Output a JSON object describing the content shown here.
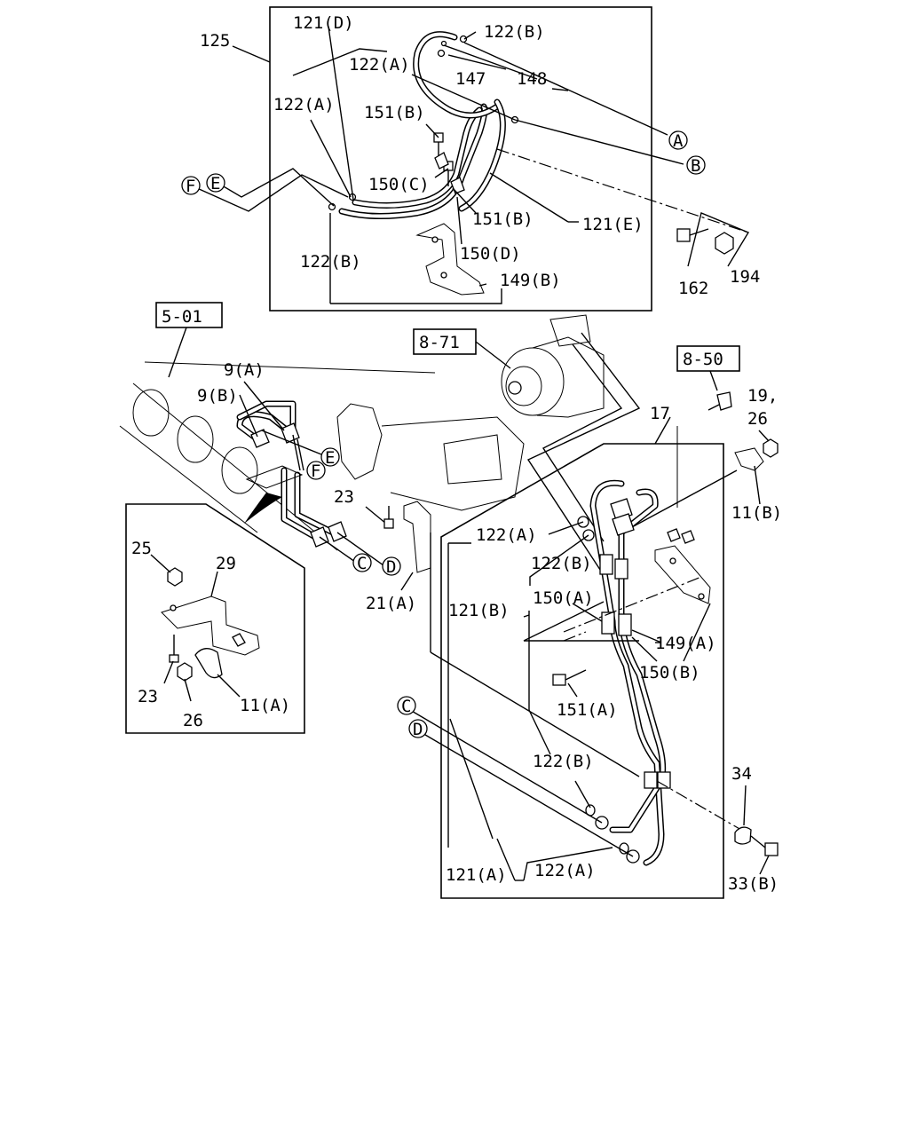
{
  "callouts": {
    "c125": "125",
    "c121D": "121(D)",
    "c122B_top": "122(B)",
    "c122A_top1": "122(A)",
    "c122A_top2": "122(A)",
    "c147": "147",
    "c148": "148",
    "c151B_1": "151(B)",
    "c150C": "150(C)",
    "c151B_2": "151(B)",
    "c121E": "121(E)",
    "c150D": "150(D)",
    "c122B_left": "122(B)",
    "c149B": "149(B)",
    "c162": "162",
    "c194": "194",
    "c9A": "9(A)",
    "c9B": "9(B)",
    "c23_mid": "23",
    "c21A": "21(A)",
    "c17": "17",
    "c19": "19,",
    "c26_right": "26",
    "c11B": "11(B)",
    "c122A_mid": "122(A)",
    "c122B_mid": "122(B)",
    "c121B": "121(B)",
    "c150A": "150(A)",
    "c149A": "149(A)",
    "c150B": "150(B)",
    "c151A": "151(A)",
    "c122B_low": "122(B)",
    "c34": "34",
    "c33B": "33(B)",
    "c121A": "121(A)",
    "c122A_low": "122(A)",
    "c25": "25",
    "c29": "29",
    "c23_inset": "23",
    "c26_inset": "26",
    "c11A": "11(A)"
  },
  "refs": {
    "r501": "5-01",
    "r871": "8-71",
    "r850": "8-50"
  },
  "markers": {
    "mA": "A",
    "mB": "B",
    "mC": "C",
    "mD": "D",
    "mE": "E",
    "mF": "F"
  }
}
